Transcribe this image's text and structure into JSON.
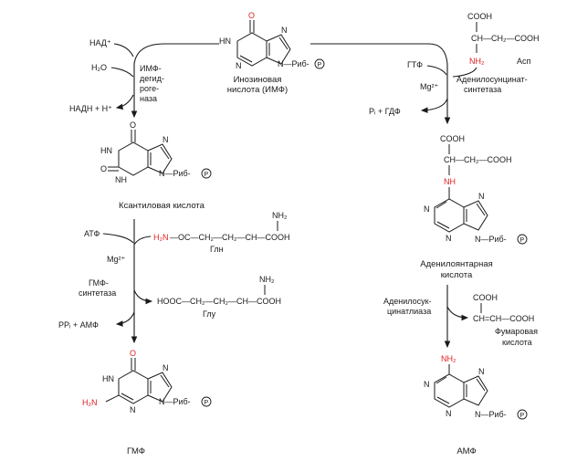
{
  "colors": {
    "ink": "#1a1a1a",
    "highlight": "#e02020",
    "background": "#ffffff"
  },
  "imp": {
    "name_line1": "Инозиновая",
    "name_line2": "нислота (ИМФ)",
    "O": "O",
    "HN": "HN",
    "N1": "N",
    "N2": "N",
    "N3": "N",
    "rib": "N—Риб-",
    "P": "P"
  },
  "xmp": {
    "name": "Ксантиловая кислота",
    "O1": "O",
    "O2": "O",
    "HN": "HN",
    "NH": "NH",
    "N1": "N",
    "rib": "N—Риб-",
    "P": "P"
  },
  "gmp": {
    "name": "ГМФ",
    "O": "O",
    "HN": "HN",
    "H2N": "H₂N",
    "N1": "N",
    "N2": "N",
    "rib": "N—Риб-",
    "P": "P"
  },
  "amp": {
    "name": "АМФ",
    "NH2": "NH₂",
    "N1": "N",
    "N2": "N",
    "N3": "N",
    "rib": "N—Риб-",
    "P": "P"
  },
  "adenylosuccinate": {
    "name_line1": "Аденилоянтарная",
    "name_line2": "кислота",
    "COOH_top": "COOH",
    "CH": "CH—CH₂—COOH",
    "NH": "NH",
    "N1": "N",
    "N2": "N",
    "N3": "N",
    "rib": "N—Риб-",
    "P": "P"
  },
  "left_branch": {
    "nad": "НАД⁺",
    "h2o": "H₂O",
    "enzyme1_line1": "ИМФ-",
    "enzyme1_line2": "дегид-",
    "enzyme1_line3": "роге-",
    "enzyme1_line4": "наза",
    "nadh": "НАДН + H⁺",
    "atp": "АТФ",
    "mg": "Mg²⁺",
    "enzyme2_line1": "ГМФ-",
    "enzyme2_line2": "синтетаза",
    "ppi": "PPᵢ + АМФ",
    "gln_nh2": "NH₂",
    "gln_chain_h2n": "H₂N",
    "gln_chain": "—OC—CH₂—CH₂—CH—COOH",
    "gln_name": "Глн",
    "glu_nh2": "NH₂",
    "glu_chain": "HOOC—CH₂—CH₂—CH—COOH",
    "glu_name": "Глу"
  },
  "right_branch": {
    "asp_cooh": "COOH",
    "asp_chain": "CH—CH₂—COOH",
    "asp_nh2": "NH₂",
    "asp_name": "Асп",
    "gtp": "ГТФ",
    "mg": "Mg²⁺",
    "enzyme1_line1": "Аденилосунцинат-",
    "enzyme1_line2": "синтетаза",
    "pi": "Pᵢ + ГДФ",
    "enzyme2_line1": "Аденилосук-",
    "enzyme2_line2": "цинатлиаза",
    "fum_cooh_top": "COOH",
    "fum_chain": "CH=CH—COOH",
    "fum_name_line1": "Фумаровая",
    "fum_name_line2": "кислота"
  }
}
